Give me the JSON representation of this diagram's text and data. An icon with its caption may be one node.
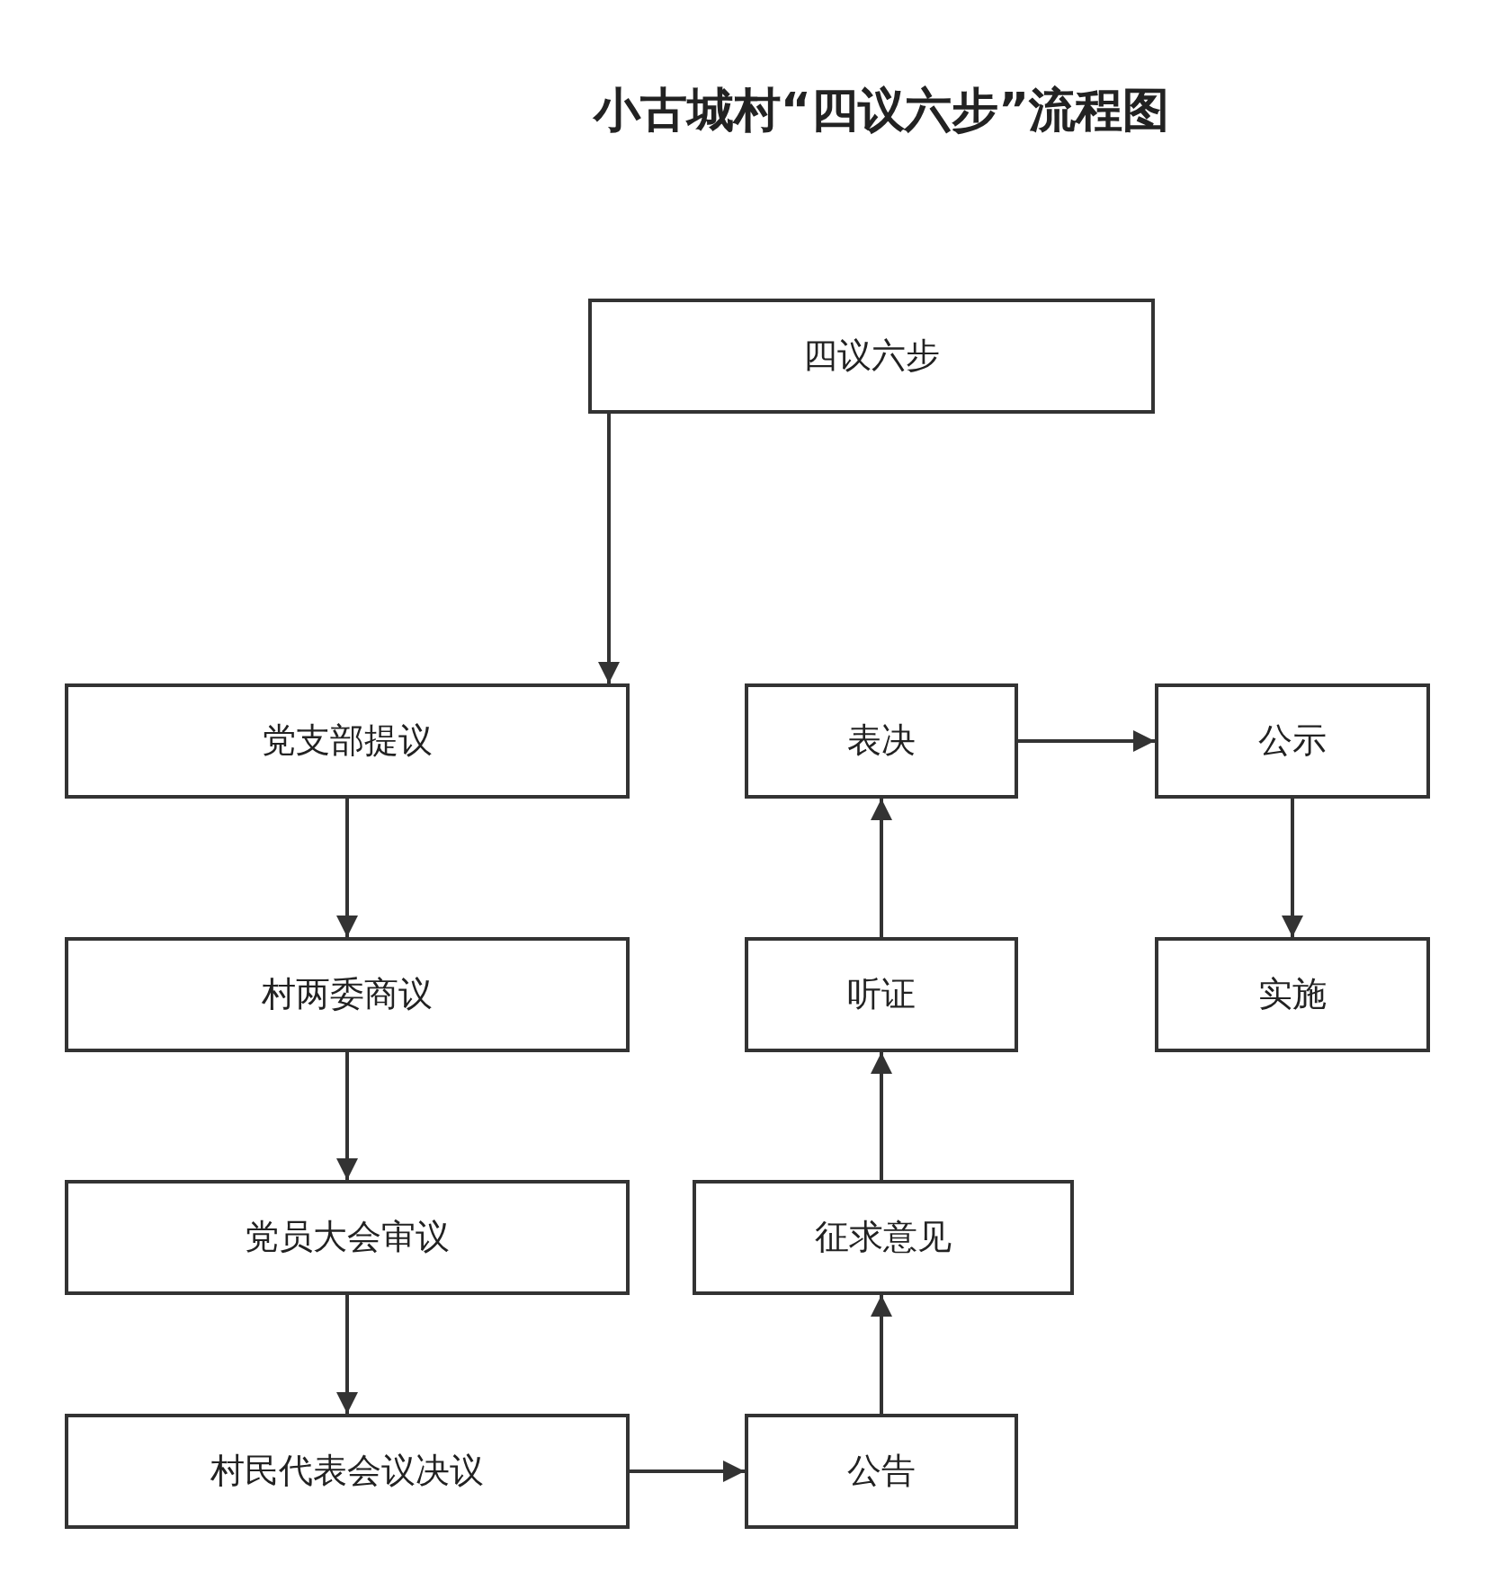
{
  "diagram": {
    "title": "小古城村“四议六步”流程图",
    "nodes": [
      {
        "text": [
          "四议六步"
        ]
      },
      {
        "text": [
          "党支部提议"
        ]
      },
      {
        "text": [
          "村两委商议"
        ]
      },
      {
        "text": [
          "党员大会审议"
        ]
      },
      {
        "text": [
          "村民代表会议决议"
        ]
      },
      {
        "text": [
          "公告"
        ]
      },
      {
        "text": [
          "征求意见"
        ]
      },
      {
        "text": [
          "听证"
        ]
      },
      {
        "text": [
          "表决"
        ]
      },
      {
        "text": [
          "公示"
        ]
      },
      {
        "text": [
          "实施"
        ]
      }
    ],
    "edges": [
      {
        "from": 0,
        "to": 1,
        "arrow": "to"
      },
      {
        "from": 1,
        "to": 2,
        "arrow": "to"
      },
      {
        "from": 2,
        "to": 3,
        "arrow": "to"
      },
      {
        "from": 3,
        "to": 4,
        "arrow": "to"
      },
      {
        "from": 4,
        "to": 5,
        "arrow": "to"
      },
      {
        "from": 5,
        "to": 6,
        "arrow": "to"
      },
      {
        "from": 6,
        "to": 7,
        "arrow": "to"
      },
      {
        "from": 7,
        "to": 8,
        "arrow": "to"
      },
      {
        "from": 8,
        "to": 9,
        "arrow": "to"
      },
      {
        "from": 9,
        "to": 10,
        "arrow": "to"
      }
    ]
  }
}
